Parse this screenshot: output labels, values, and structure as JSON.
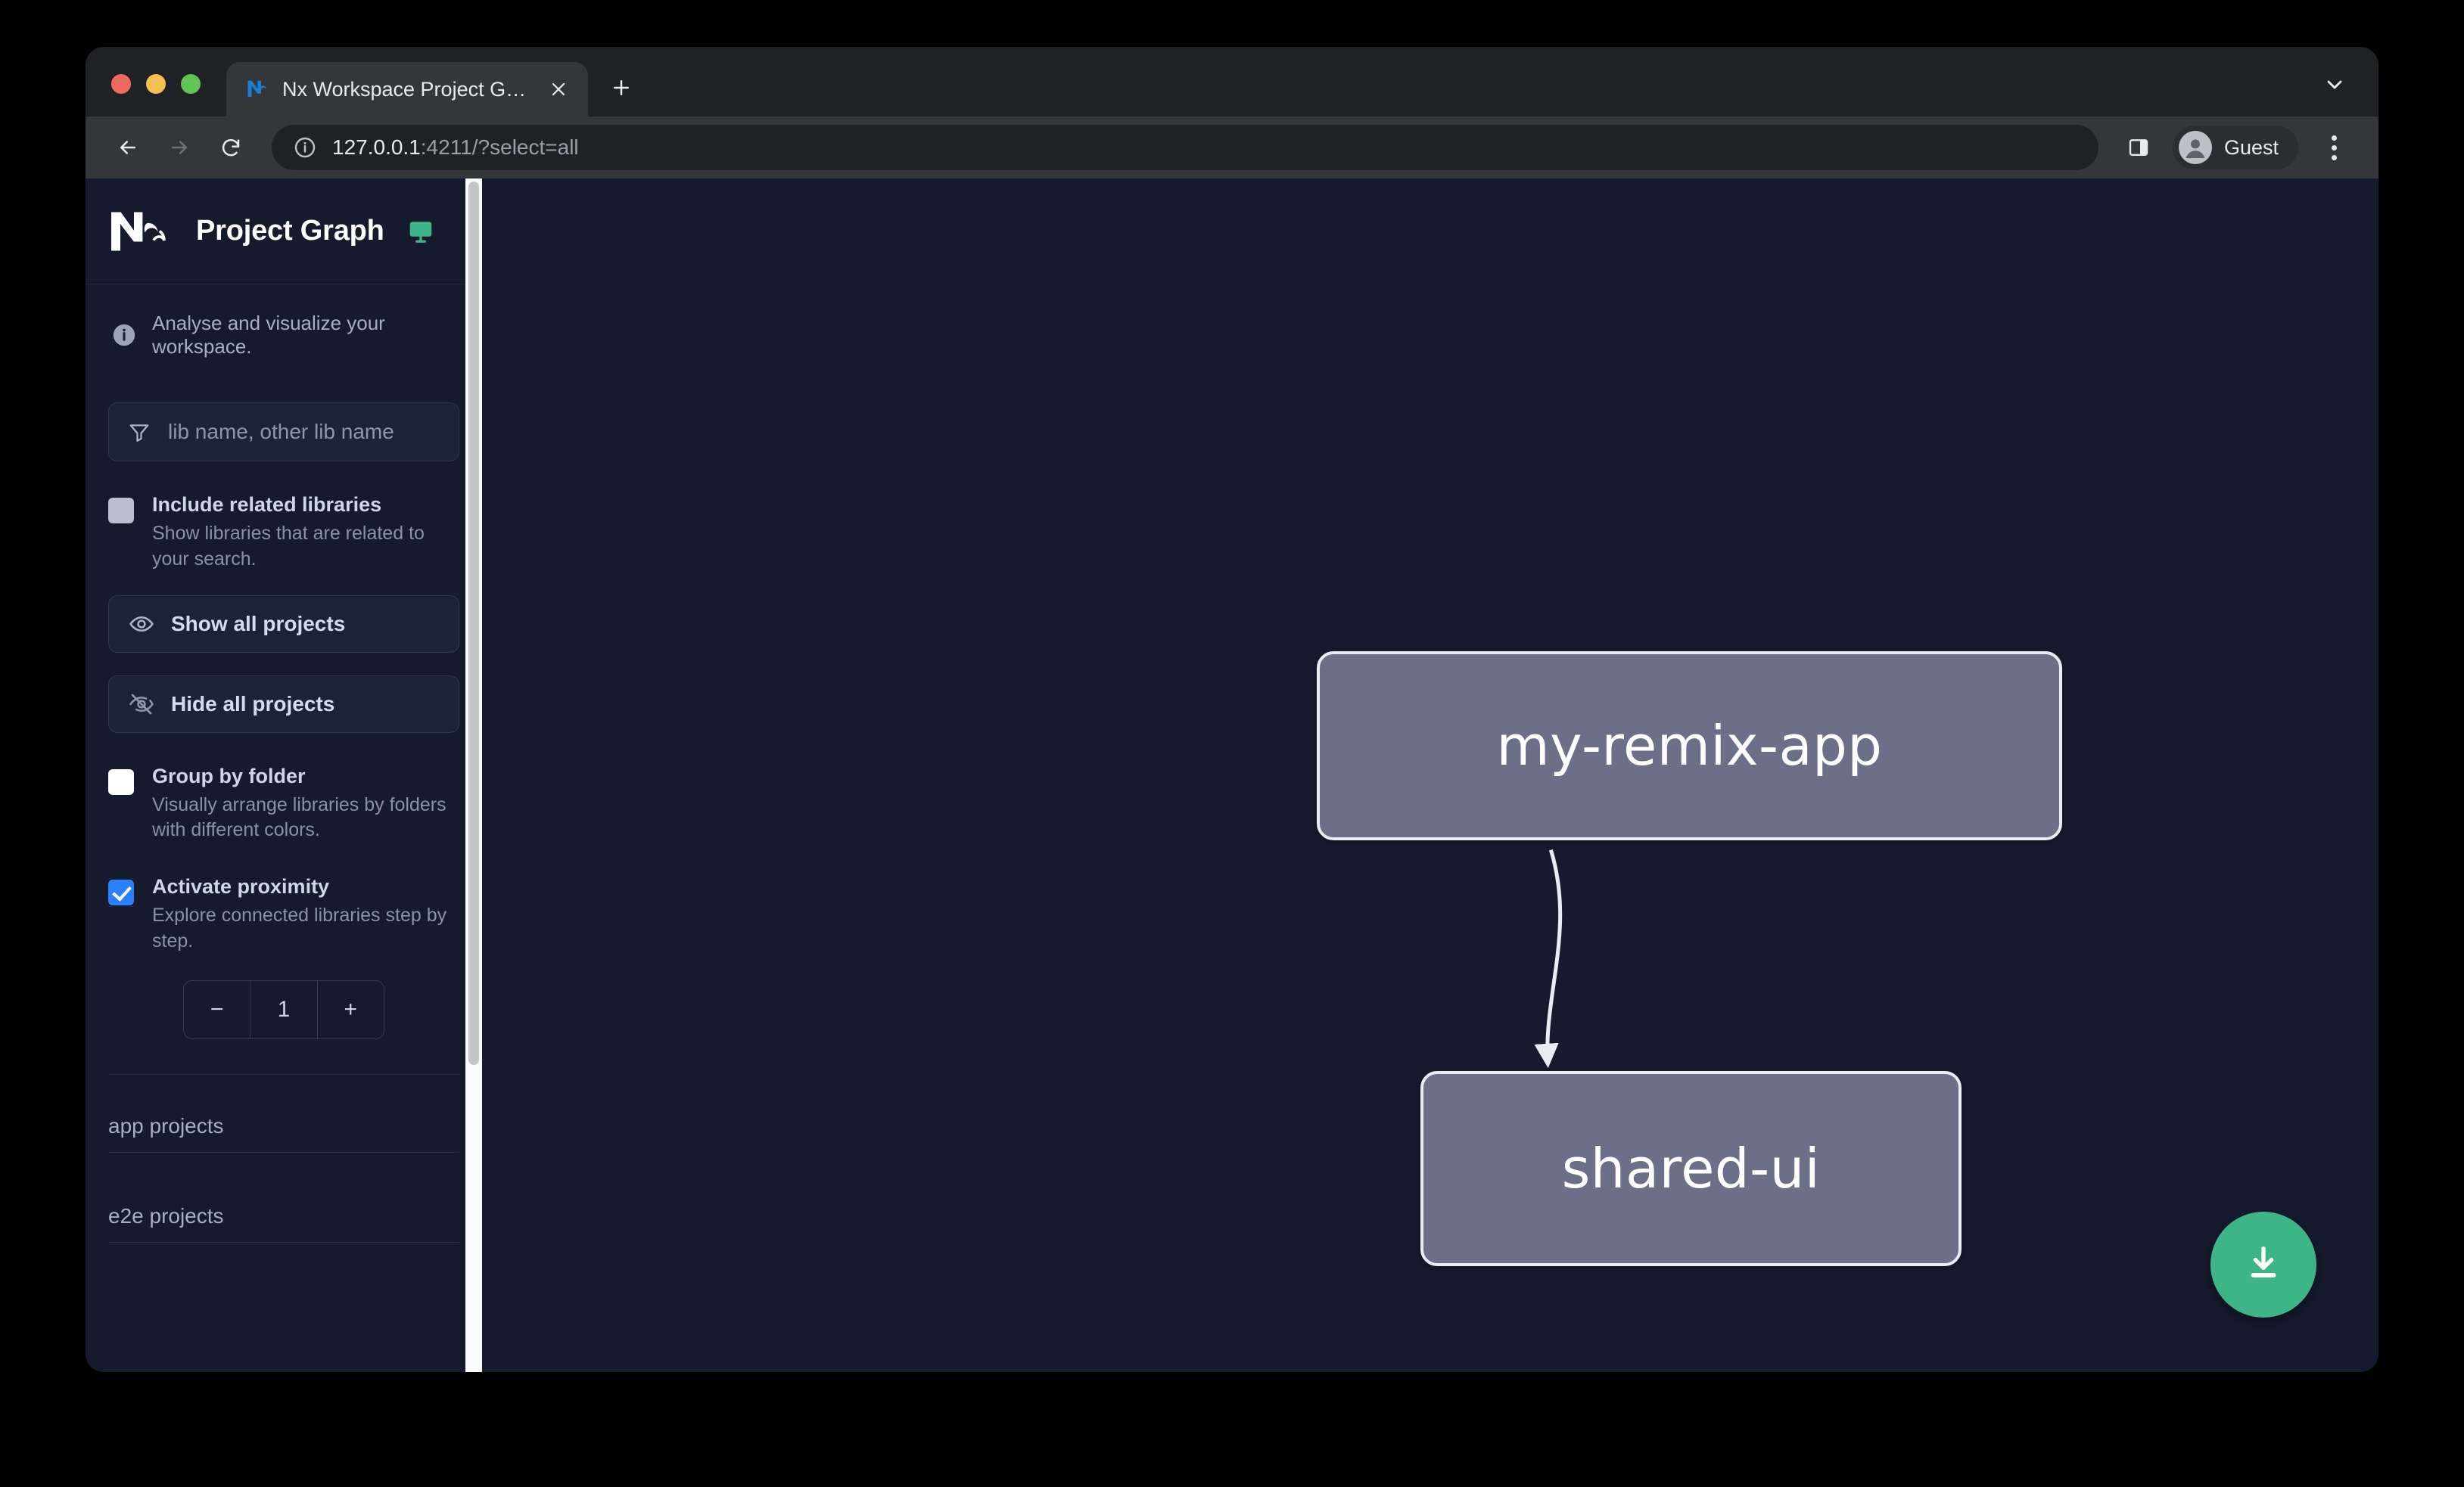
{
  "browser": {
    "tab": {
      "title": "Nx Workspace Project Graph",
      "favicon_icon": "nx-favicon",
      "close_icon": "close-icon"
    },
    "new_tab_label": "+",
    "tab_list_icon": "chevron-down-icon",
    "back_icon": "arrow-left-icon",
    "forward_icon": "arrow-right-icon",
    "reload_icon": "reload-icon",
    "site_info_icon": "info-circle-icon",
    "url_host": "127.0.0.1",
    "url_rest": ":4211/?select=all",
    "side_panel_icon": "side-panel-icon",
    "profile_name": "Guest",
    "profile_icon": "account-circle-icon",
    "menu_icon": "kebab-menu-icon"
  },
  "sidebar": {
    "logo_icon": "nx-logo",
    "title": "Project Graph",
    "monitor_icon": "monitor-icon",
    "info_icon": "info-icon",
    "info_text": "Analyse and visualize your workspace.",
    "filter": {
      "icon": "funnel-icon",
      "value": "",
      "placeholder": "lib name, other lib name"
    },
    "options": [
      {
        "id": "include-related-libraries",
        "label": "Include related libraries",
        "description": "Show libraries that are related to your search.",
        "checked": false,
        "style": "grey"
      },
      {
        "id": "group-by-folder",
        "label": "Group by folder",
        "description": "Visually arrange libraries by folders with different colors.",
        "checked": false,
        "style": "white"
      },
      {
        "id": "activate-proximity",
        "label": "Activate proximity",
        "description": "Explore connected libraries step by step.",
        "checked": true,
        "style": "blue"
      }
    ],
    "buttons": [
      {
        "id": "show-all-projects",
        "label": "Show all projects",
        "icon": "eye-icon"
      },
      {
        "id": "hide-all-projects",
        "label": "Hide all projects",
        "icon": "eye-off-icon"
      }
    ],
    "stepper": {
      "decrement_label": "−",
      "value": "1",
      "increment_label": "+"
    },
    "sections": [
      {
        "id": "app-projects",
        "title": "app projects"
      },
      {
        "id": "e2e-projects",
        "title": "e2e projects"
      }
    ]
  },
  "graph": {
    "nodes": [
      {
        "id": "my-remix-app",
        "label": "my-remix-app"
      },
      {
        "id": "shared-ui",
        "label": "shared-ui"
      }
    ],
    "edges": [
      {
        "from": "my-remix-app",
        "to": "shared-ui"
      }
    ],
    "download_button": {
      "icon": "download-icon",
      "color": "#3eb489"
    }
  },
  "colors": {
    "canvas_background": "#151A2D",
    "sidebar_background": "#151A2D",
    "node_fill": "#6B6F87",
    "node_border": "#E9ECF3",
    "accent_green": "#3EB489",
    "checkbox_blue": "#2A7FFF"
  }
}
